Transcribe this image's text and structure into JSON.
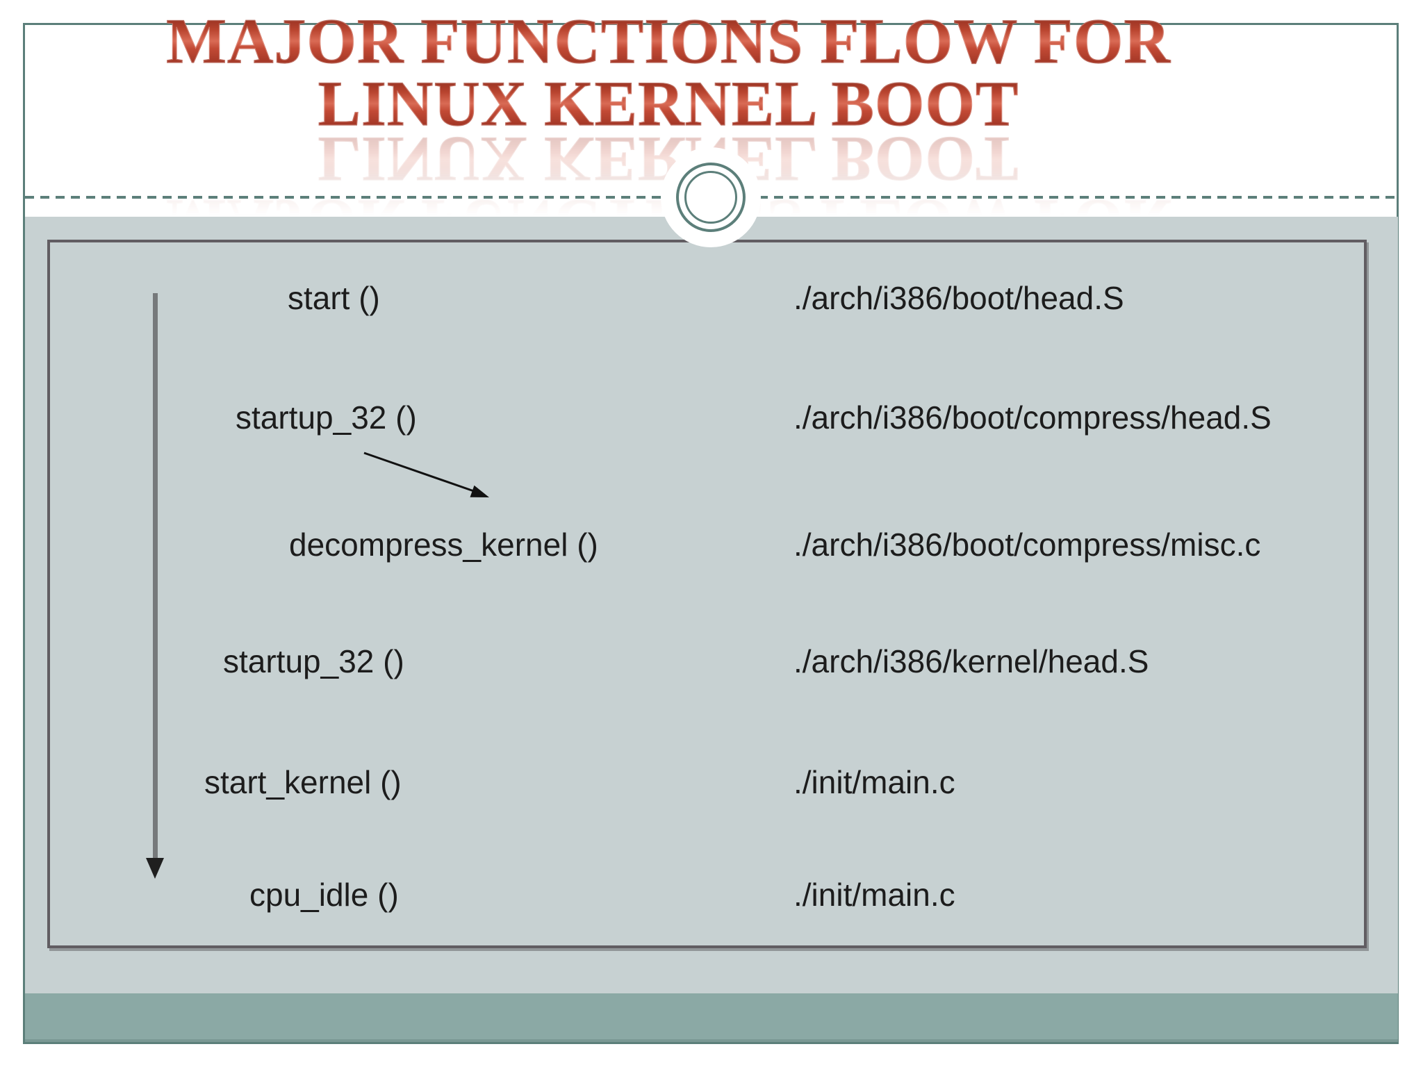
{
  "title": {
    "line1": "MAJOR FUNCTIONS FLOW FOR",
    "line2": "LINUX KERNEL BOOT"
  },
  "flow": {
    "rows": [
      {
        "function": "start ()",
        "file": "./arch/i386/boot/head.S"
      },
      {
        "function": "startup_32 ()",
        "file": "./arch/i386/boot/compress/head.S"
      },
      {
        "function": "decompress_kernel ()",
        "file": "./arch/i386/boot/compress/misc.c"
      },
      {
        "function": "startup_32 ()",
        "file": "./arch/i386/kernel/head.S"
      },
      {
        "function": "start_kernel ()",
        "file": "./init/main.c"
      },
      {
        "function": "cpu_idle ()",
        "file": "./init/main.c"
      }
    ]
  },
  "icons": {
    "down_arrow": "flow-direction-down-arrow",
    "diagonal_arrow": "call-sequence-diagonal-arrow",
    "circle_ornament": "double-ring-circle-divider"
  },
  "colors": {
    "title_red": "#b03a2a",
    "content_background": "#c7d1d2",
    "footer_teal": "#8ba9a5",
    "frame_border": "#5c7f7a",
    "box_border": "#615d62",
    "text": "#1c1c1c"
  }
}
